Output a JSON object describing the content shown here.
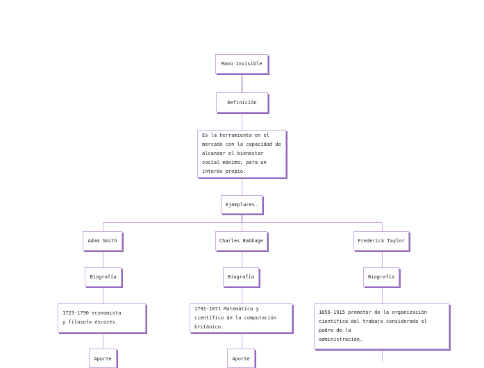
{
  "root": "Mano Invisible",
  "definition": {
    "label": "Definición",
    "text": "Es la herramienta en el mercado con la capacidad de alcanzar el bienestar social máximo; para un interés propio."
  },
  "examples_label": "Ejemplares.",
  "people": [
    {
      "name": "Adam Smith",
      "bio_label": "Biografía",
      "bio": "1723-1790 economista y filosofo escoces.",
      "contribution_label": "Aporte"
    },
    {
      "name": "Charles Babbage",
      "bio_label": "Biografía",
      "bio": "1791-1871 Matemático y científico de la computación británico.",
      "contribution_label": "Aporte"
    },
    {
      "name": "Frederick Taylor",
      "bio_label": "Biografía",
      "bio": "1856-1915 promotor de la organización científica del trabajo considerado el padre de la\nadministración."
    }
  ],
  "colors": {
    "border": "#c8acdf",
    "shadow": "#9468bd",
    "line": "#c9ace0"
  }
}
